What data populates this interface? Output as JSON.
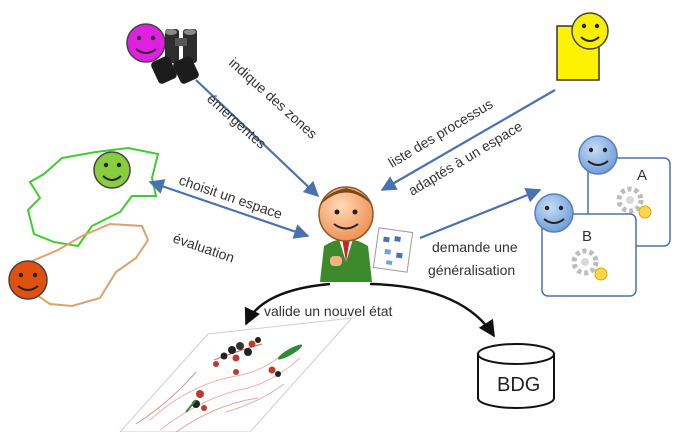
{
  "labels": {
    "indique": "indique des zones",
    "emergentes": "émergentes",
    "liste": "liste des processus",
    "adaptes": "adaptés à un espace",
    "choisit": "choisit un espace",
    "evaluation": "évaluation",
    "demande": "demande une",
    "generalisation": "généralisation",
    "valide": "valide un nouvel état",
    "bdg": "BDG",
    "a": "A",
    "b": "B"
  },
  "colors": {
    "arrow_blue": "#4a72b0",
    "face_magenta": "#e020e0",
    "face_yellow": "#f8f000",
    "face_green": "#88cc40",
    "face_orange": "#e05010",
    "face_blue": "#8eb4e3",
    "face_center": "#f5b183",
    "region_green": "#40cc30",
    "region_orange": "#e0a070",
    "card_border": "#4a72b0"
  },
  "icons": {
    "binoculars": "binoculars-icon",
    "document": "document-icon",
    "gear": "gear-icon",
    "database": "database-cylinder-icon",
    "map": "map-icon"
  }
}
